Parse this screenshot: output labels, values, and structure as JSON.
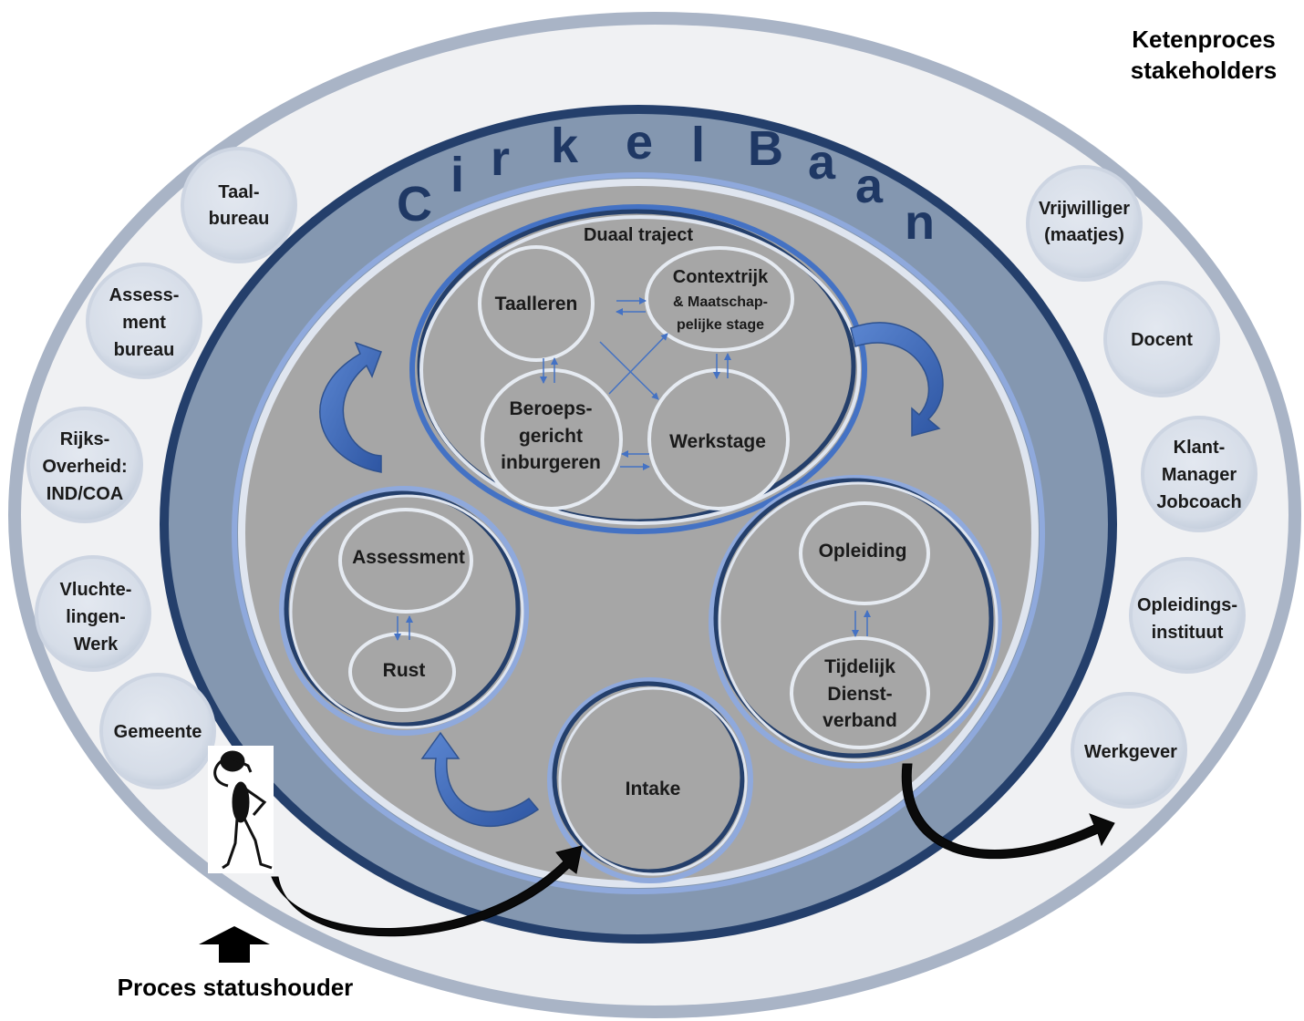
{
  "title": {
    "line1": "Ketenproces",
    "line2": "stakeholders"
  },
  "ring_title_letters": [
    "C",
    "i",
    "r",
    "k",
    "e",
    "l",
    "B",
    "a",
    "a",
    "n"
  ],
  "stakeholders_left": {
    "taalbureau": [
      "Taal-",
      "bureau"
    ],
    "assessment_bureau": [
      "Assess-",
      "ment",
      "bureau"
    ],
    "rijksoverheid": [
      "Rijks-",
      "Overheid:",
      "IND/COA"
    ],
    "vluchtelingenwerk": [
      "Vluchte-",
      "lingen-",
      "Werk"
    ],
    "gemeente": [
      "Gemeente"
    ]
  },
  "stakeholders_right": {
    "vrijwilliger": [
      "Vrijwilliger",
      "(maatjes)"
    ],
    "docent": [
      "Docent"
    ],
    "klantmanager": [
      "Klant-",
      "Manager",
      "Jobcoach"
    ],
    "opleidingsinstituut": [
      "Opleidings-",
      "instituut"
    ],
    "werkgever": [
      "Werkgever"
    ]
  },
  "dual_track": {
    "title": "Duaal traject",
    "taalleren": [
      "Taalleren"
    ],
    "contextrijk": [
      "Contextrijk",
      "& Maatschap-",
      "pelijke stage"
    ],
    "beroepsgericht": [
      "Beroeps-",
      "gericht",
      "inburgeren"
    ],
    "werkstage": [
      "Werkstage"
    ]
  },
  "assessment_group": {
    "assessment": [
      "Assessment"
    ],
    "rust": [
      "Rust"
    ]
  },
  "education_group": {
    "opleiding": [
      "Opleiding"
    ],
    "tijdelijk": [
      "Tijdelijk",
      "Dienst-",
      "verband"
    ]
  },
  "intake": [
    "Intake"
  ],
  "footer_label": "Proces statushouder",
  "colors": {
    "outer_ring": "#a9b4c6",
    "outer_fill": "#f0f1f3",
    "blue_ring": "#8497b0",
    "dark_blue": "#243f6b",
    "mid_blue": "#4472c4",
    "gray_center": "#a6a6a6",
    "bubble_fill": "#dde3ec"
  }
}
